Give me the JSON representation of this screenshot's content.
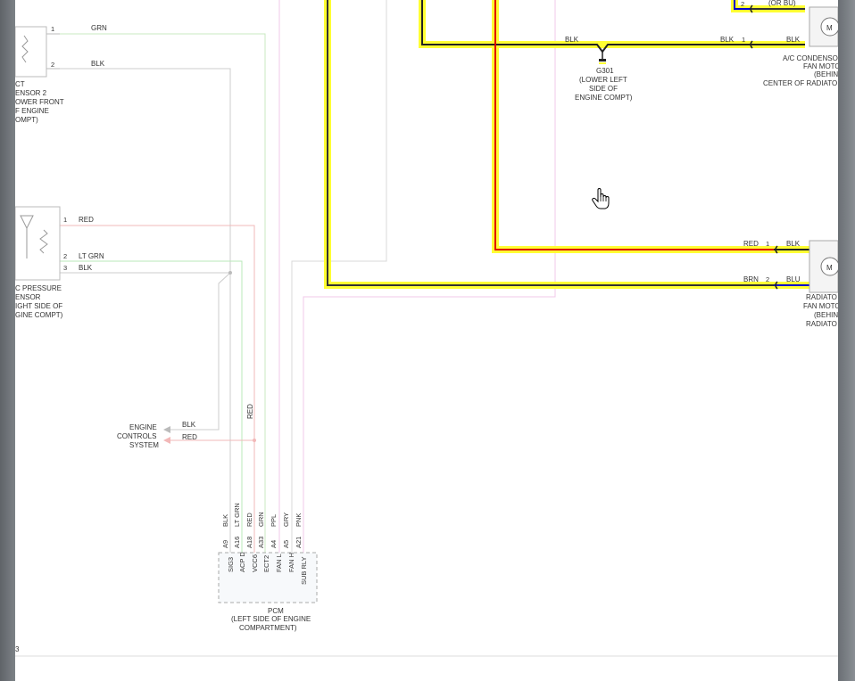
{
  "page_number": "3",
  "components": {
    "ect_sensor": {
      "label_lines": [
        "CT",
        "ENSOR 2",
        "OWER FRONT",
        "F ENGINE",
        "OMPT)"
      ],
      "pins": [
        {
          "num": "1",
          "wire": "GRN"
        },
        {
          "num": "2",
          "wire": "BLK"
        }
      ]
    },
    "ac_pressure_sensor": {
      "label_lines": [
        "C PRESSURE",
        "ENSOR",
        "IGHT SIDE OF",
        "GINE COMPT)"
      ],
      "pins": [
        {
          "num": "1",
          "wire": "RED"
        },
        {
          "num": "2",
          "wire": "LT GRN"
        },
        {
          "num": "3",
          "wire": "BLK"
        }
      ]
    },
    "ground_g301": {
      "label_lines": [
        "G301",
        "(LOWER LEFT",
        "SIDE OF",
        "ENGINE COMPT)"
      ],
      "wire_left": "BLK"
    },
    "ac_condenser_fan_motor": {
      "label_lines": [
        "A/C CONDENSO",
        "FAN MOTO",
        "(BEHIN",
        "CENTER OF RADIATO"
      ],
      "top_pin": "2",
      "top_label": "(OR BU)",
      "pin": "1",
      "wire_in": "BLK",
      "wire_out": "BLK",
      "symbol": "M"
    },
    "radiator_fan_motor": {
      "label_lines": [
        "RADIATO",
        "FAN MOTO",
        "(BEHIN",
        "RADIATO"
      ],
      "pins": [
        {
          "num": "1",
          "wire_in": "RED",
          "wire_out": "BLK"
        },
        {
          "num": "2",
          "wire_in": "BRN",
          "wire_out": "BLU"
        }
      ],
      "symbol": "M"
    },
    "engine_controls": {
      "label_lines": [
        "ENGINE",
        "CONTROLS",
        "SYSTEM"
      ],
      "wires": [
        "BLK",
        "RED"
      ]
    },
    "red_splice_label": "RED",
    "pcm": {
      "label_lines": [
        "PCM",
        "(LEFT SIDE OF ENGINE",
        "COMPARTMENT)"
      ],
      "pins": [
        {
          "wire": "BLK",
          "pin": "A9",
          "name": "SIG3"
        },
        {
          "wire": "LT GRN",
          "pin": "A16",
          "name": "ACP D"
        },
        {
          "wire": "RED",
          "pin": "A18",
          "name": "VCC6"
        },
        {
          "wire": "GRN",
          "pin": "A33",
          "name": "ECT2"
        },
        {
          "wire": "PPL",
          "pin": "A4",
          "name": "FAN L"
        },
        {
          "wire": "GRY",
          "pin": "A5",
          "name": "FAN H"
        },
        {
          "wire": "PNK",
          "pin": "A21",
          "name": "SUB RLY"
        }
      ]
    }
  },
  "colors": {
    "highlight": "#ffff33",
    "wire_black": "#222222",
    "wire_red": "#e00000",
    "wire_blue": "#0000cc",
    "faint_green": "#b8e6b0",
    "faint_red": "#f2b0b0",
    "faint_pink": "#f0c8e8",
    "faint_gray": "#cccccc"
  }
}
